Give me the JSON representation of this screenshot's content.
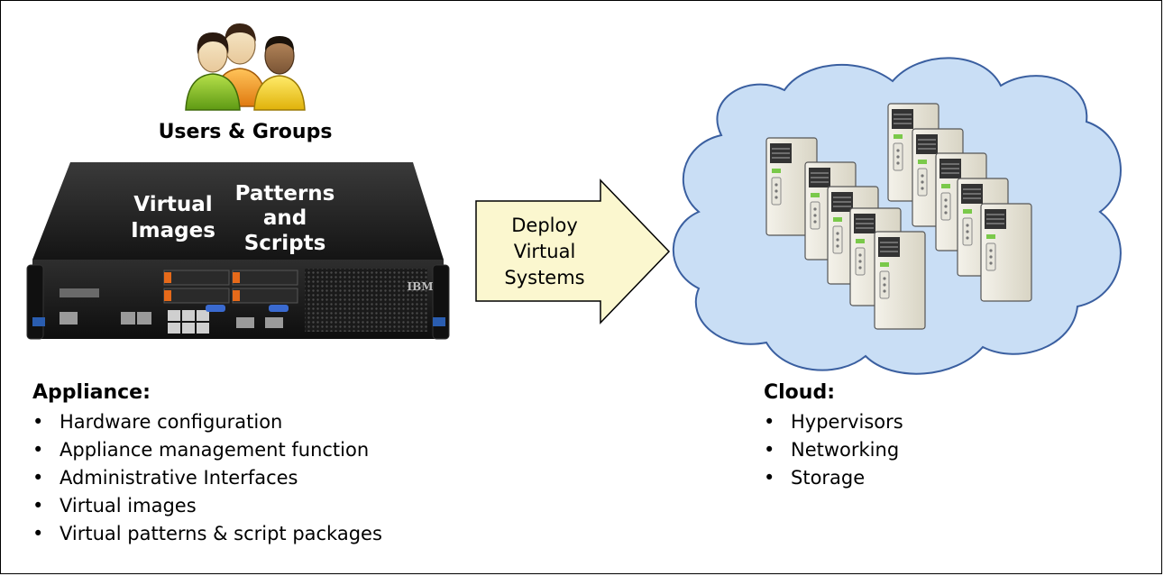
{
  "users": {
    "label": "Users & Groups"
  },
  "appliance_box": {
    "label_left": [
      "Virtual",
      "Images"
    ],
    "label_right": [
      "Patterns",
      "and",
      "Scripts"
    ],
    "brand": "IBM"
  },
  "arrow": {
    "label": [
      "Deploy",
      "Virtual",
      "Systems"
    ]
  },
  "appliance": {
    "title": "Appliance:",
    "items": [
      "Hardware configuration",
      "Appliance management function",
      "Administrative Interfaces",
      "Virtual images",
      "Virtual patterns & script packages"
    ]
  },
  "cloud": {
    "title": "Cloud:",
    "items": [
      "Hypervisors",
      "Networking",
      "Storage"
    ]
  },
  "colors": {
    "arrow_fill": "#fbf7cf",
    "cloud_fill": "#c9def5",
    "cloud_stroke": "#3a5fa0",
    "chassis": "#1c1c1c"
  }
}
